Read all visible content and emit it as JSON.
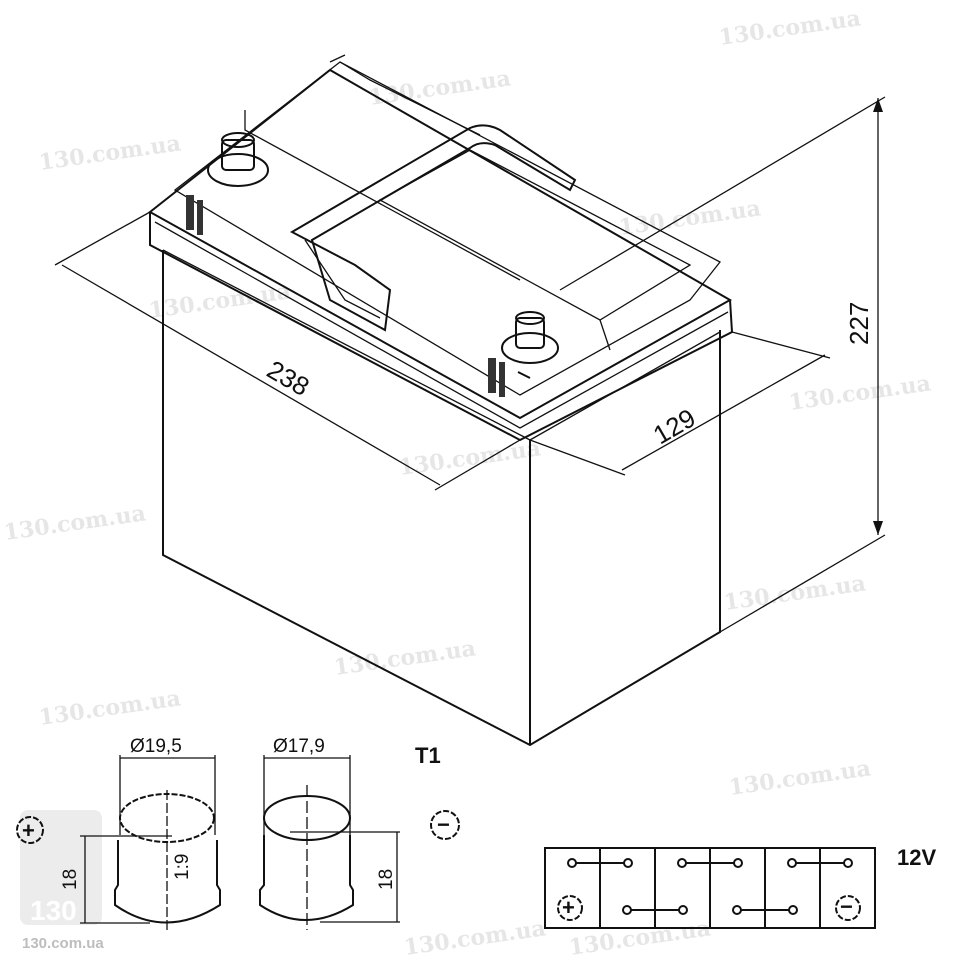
{
  "watermark": "130.com.ua",
  "logo": {
    "text": "130",
    "caption": "130.com.ua"
  },
  "dimensions": {
    "length": "238",
    "width": "129",
    "height": "227"
  },
  "terminals": {
    "positive_diameter": "Ø19,5",
    "negative_diameter": "Ø17,9",
    "positive_height": "18",
    "negative_height": "18",
    "positive_inner": "1:9",
    "type_label": "T1",
    "plus_symbol": "+",
    "minus_symbol": "−"
  },
  "cells": {
    "voltage": "12V",
    "count": 6,
    "plus_symbol": "+",
    "minus_symbol": "−"
  },
  "colors": {
    "line": "#111111",
    "watermark": "#e6e6e6"
  }
}
